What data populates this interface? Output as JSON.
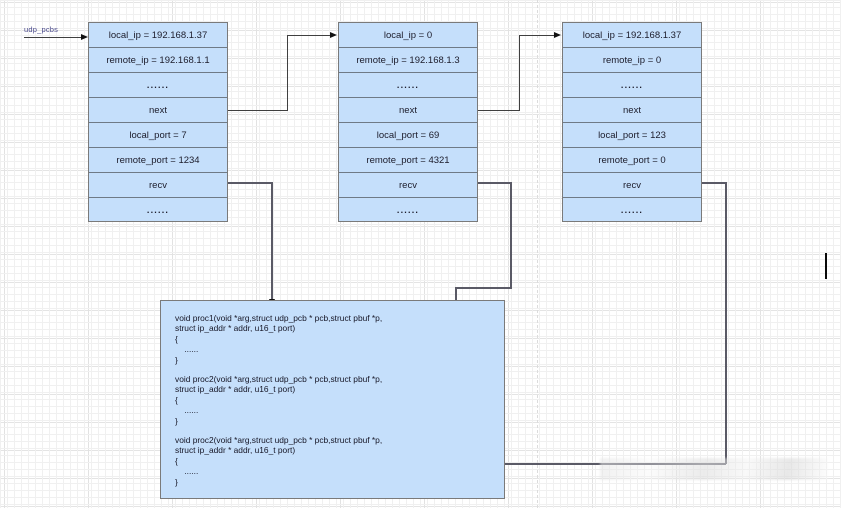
{
  "diagram": {
    "title": "lwIP udp_pcbs linked list with recv callbacks",
    "head_label": "udp_pcbs",
    "colors": {
      "block_fill": "#c5dffb",
      "block_border": "#7a7a7a",
      "row_divider": "#6f7a86",
      "connector": "#3f3f3f",
      "label_text": "#4a4a8c"
    },
    "row_labels": {
      "local_ip": "local_ip",
      "remote_ip": "remote_ip",
      "ellipsis": "......",
      "next": "next",
      "local_port": "local_port",
      "remote_port": "remote_port",
      "recv": "recv"
    },
    "blocks": [
      {
        "name": "udp-pcb-1",
        "rows": [
          "local_ip = 192.168.1.37",
          "remote_ip = 192.168.1.1",
          "......",
          "next",
          "local_port = 7",
          "remote_port = 1234",
          "recv",
          "......"
        ]
      },
      {
        "name": "udp-pcb-2",
        "rows": [
          "local_ip = 0",
          "remote_ip = 192.168.1.3",
          "......",
          "next",
          "local_port = 69",
          "remote_port = 4321",
          "recv",
          "......"
        ]
      },
      {
        "name": "udp-pcb-3",
        "rows": [
          "local_ip = 192.168.1.37",
          "remote_ip = 0",
          "......",
          "next",
          "local_port = 123",
          "remote_port = 0",
          "recv",
          "......"
        ]
      }
    ],
    "code_box": {
      "name": "callback-functions",
      "functions": [
        {
          "name": "proc1",
          "text": "void proc1(void *arg,struct udp_pcb * pcb,struct pbuf *p,\nstruct ip_addr * addr, u16_t port)\n{\n    ......\n}"
        },
        {
          "name": "proc2-a",
          "text": "void proc2(void *arg,struct udp_pcb * pcb,struct pbuf *p,\nstruct ip_addr * addr, u16_t port)\n{\n    ......\n}"
        },
        {
          "name": "proc2-b",
          "text": "void proc2(void *arg,struct udp_pcb * pcb,struct pbuf *p,\nstruct ip_addr * addr, u16_t port)\n{\n    ......\n}"
        }
      ]
    },
    "connectors": [
      {
        "name": "head-to-pcb1",
        "from": "udp_pcbs",
        "to": "udp-pcb-1.local_ip"
      },
      {
        "name": "pcb1-next-to-pcb2",
        "from": "udp-pcb-1.next",
        "to": "udp-pcb-2.local_ip"
      },
      {
        "name": "pcb2-next-to-pcb3",
        "from": "udp-pcb-2.next",
        "to": "udp-pcb-3.local_ip"
      },
      {
        "name": "pcb1-recv-to-proc1",
        "from": "udp-pcb-1.recv",
        "to": "proc1"
      },
      {
        "name": "pcb2-recv-to-proc2a",
        "from": "udp-pcb-2.recv",
        "to": "proc2-a"
      },
      {
        "name": "pcb3-recv-to-proc2b",
        "from": "udp-pcb-3.recv",
        "to": "proc2-b"
      }
    ]
  }
}
